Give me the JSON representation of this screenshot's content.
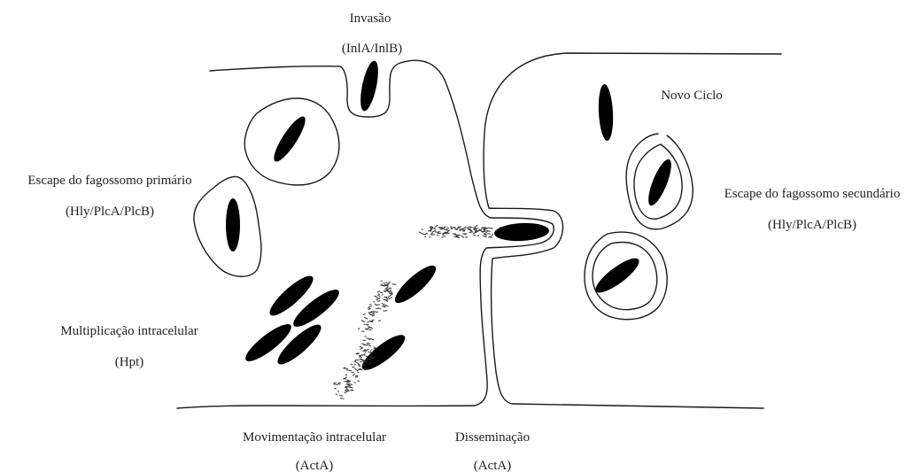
{
  "labels": {
    "invasao": {
      "title": "Invasão",
      "genes": "(InlA/InlB)"
    },
    "escape_primario": {
      "title": "Escape do fagossomo primário",
      "genes": "(Hly/PlcA/PlcB)"
    },
    "multiplicacao": {
      "title": "Multiplicação intracelular",
      "genes": "(Hpt)"
    },
    "movimentacao": {
      "title": "Movimentação intracelular",
      "genes": "(ActA)"
    },
    "disseminacao": {
      "title": "Disseminação",
      "genes": "(ActA)"
    },
    "novo_ciclo": {
      "title": "Novo Ciclo"
    },
    "escape_secundario": {
      "title": "Escape do fagossomo secundário",
      "genes": "(Hly/PlcA/PlcB)"
    }
  },
  "colors": {
    "bacteria": "#000000",
    "membrane": "#1a1a1a",
    "text": "#222222",
    "actin_tail": "#333333"
  }
}
